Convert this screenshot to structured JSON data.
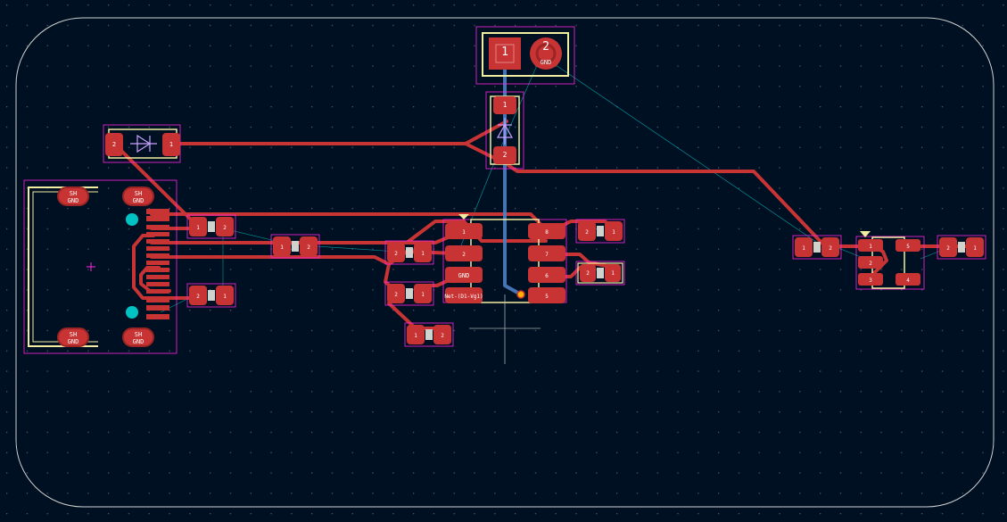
{
  "colors": {
    "background": "#001023",
    "copper": "#c83434",
    "copper_dark": "#9b2424",
    "silkscreen": "#f2eda1",
    "courtyard": "#ff26e2",
    "edge_cuts": "#d0d2cd",
    "ratsnest": "#00c2c2",
    "via": "#ffb300",
    "back_copper": "#4d7fc4",
    "pad_text": "#ffffff",
    "grid": "#6b6f7e"
  },
  "connector": {
    "pin1": "1",
    "pin2": "2",
    "pin2_net": "GND"
  },
  "usb": {
    "shield_label_top": "SH",
    "shield_label_bottom": "GND"
  },
  "ic": {
    "gnd_label": "GND",
    "net_label": "Net-(D1-Vg1)"
  },
  "labels": {
    "pad_1": "1",
    "pad_2": "2",
    "pad_3": "3",
    "pad_4": "4",
    "pad_5": "5",
    "pad_6": "6",
    "pad_7": "7",
    "pad_8": "8"
  },
  "icons": {
    "diode": "diode-symbol-icon",
    "origin": "crosshair-icon",
    "pin1_marker": "triangle-marker-icon"
  }
}
